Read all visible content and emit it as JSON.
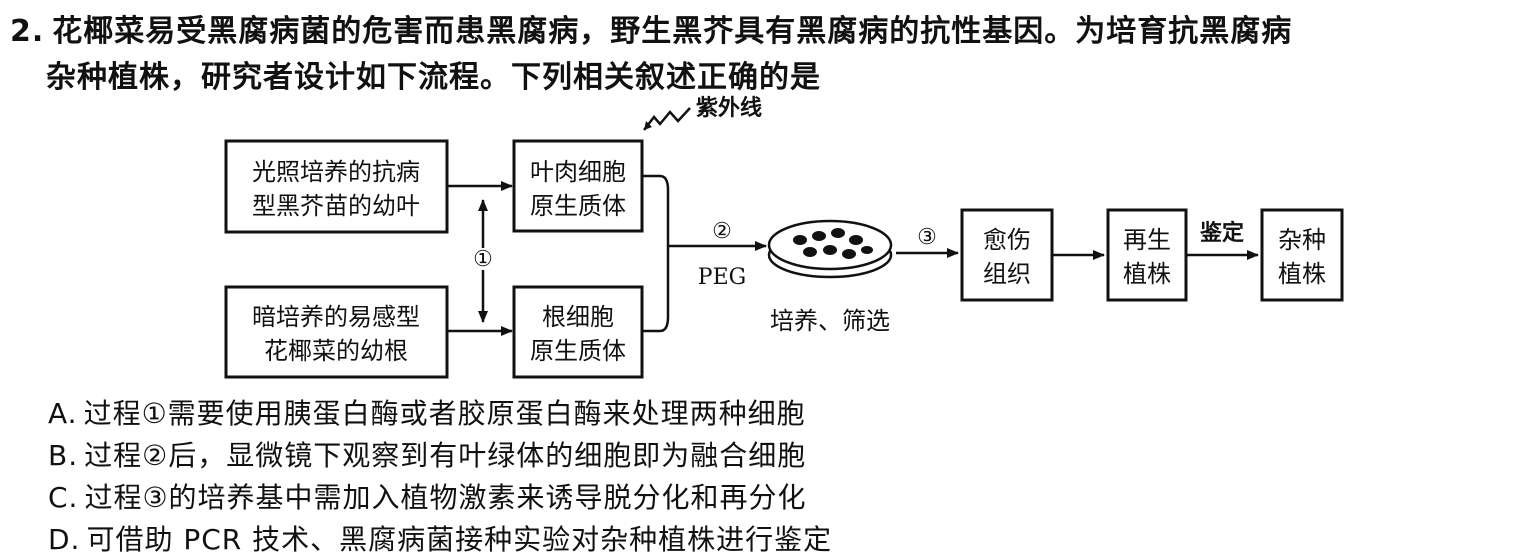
{
  "question": {
    "number": "2.",
    "stem_line1": "花椰菜易受黑腐病菌的危害而患黑腐病，野生黑芥具有黑腐病的抗性基因。为培育抗黑腐病",
    "stem_line2": "杂种植株，研究者设计如下流程。下列相关叙述正确的是"
  },
  "diagram": {
    "box_top_left": [
      "光照培养的抗病",
      "型黑芥苗的幼叶"
    ],
    "box_bottom_left": [
      "暗培养的易感型",
      "花椰菜的幼根"
    ],
    "box_top_mid": [
      "叶肉细胞",
      "原生质体"
    ],
    "box_bottom_mid": [
      "根细胞",
      "原生质体"
    ],
    "uv_label": "紫外线",
    "step1": "①",
    "step2": "②",
    "peg": "PEG",
    "step3": "③",
    "dish_caption": "培养、筛选",
    "box_callus": [
      "愈伤",
      "组织"
    ],
    "box_regen": [
      "再生",
      "植株"
    ],
    "identify_label": "鉴定",
    "box_hybrid": [
      "杂种",
      "植株"
    ]
  },
  "options": [
    {
      "letter": "A.",
      "text": "过程①需要使用胰蛋白酶或者胶原蛋白酶来处理两种细胞"
    },
    {
      "letter": "B.",
      "text": "过程②后，显微镜下观察到有叶绿体的细胞即为融合细胞"
    },
    {
      "letter": "C.",
      "text": "过程③的培养基中需加入植物激素来诱导脱分化和再分化"
    },
    {
      "letter": "D.",
      "text": "可借助 PCR 技术、黑腐病菌接种实验对杂种植株进行鉴定"
    }
  ]
}
